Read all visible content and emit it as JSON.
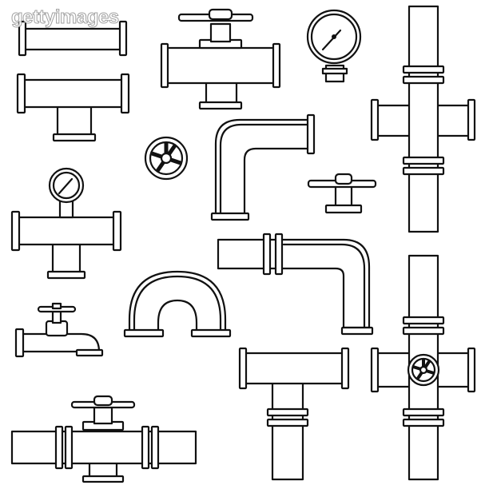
{
  "watermark": {
    "text": "gettyimages"
  },
  "colors": {
    "line": "#111111",
    "background": "#ffffff"
  },
  "icons": [
    "straight-pipe",
    "tee-pipe",
    "valve-tee",
    "pressure-gauge",
    "cross-pipe",
    "valve-wheel",
    "elbow-pipe",
    "valve-handle",
    "gauge-tee",
    "u-bend",
    "long-elbow-pipe",
    "cross-pipe-with-wheel",
    "faucet",
    "tee-pipe-down",
    "inline-valve-pipe"
  ]
}
